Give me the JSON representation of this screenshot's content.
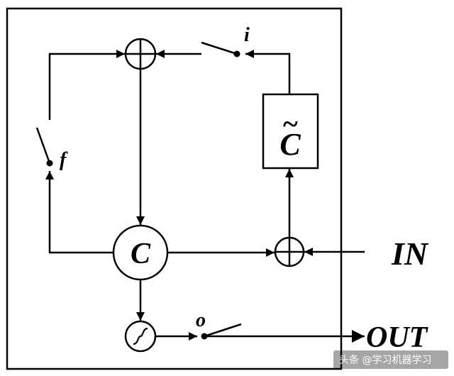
{
  "nodes": {
    "cell_state": "C",
    "candidate": "C",
    "candidate_tilde": "~"
  },
  "gates": {
    "input": "i",
    "forget": "f",
    "output": "o"
  },
  "ports": {
    "input": "IN",
    "output": "OUT"
  },
  "watermark": "头条 @学习机器学习",
  "colors": {
    "stroke": "#000000",
    "background": "#ffffff"
  }
}
